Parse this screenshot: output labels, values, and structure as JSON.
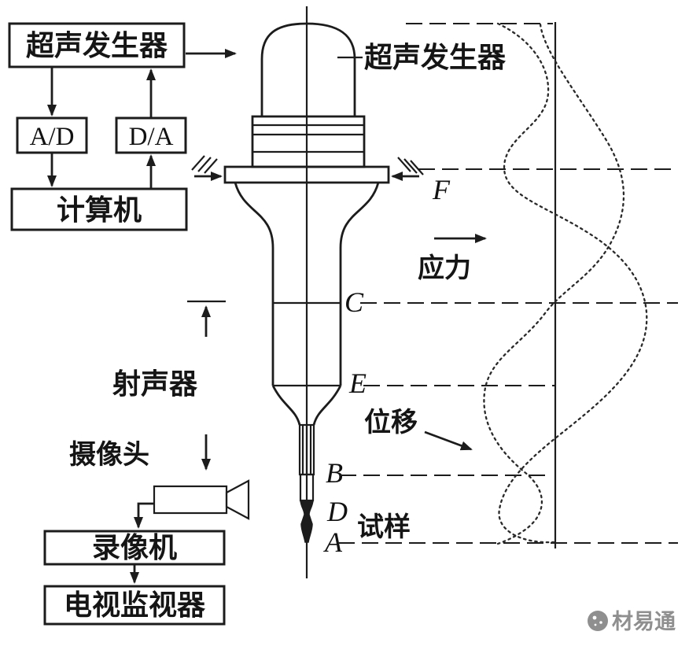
{
  "colors": {
    "ink": "#1c1c1c",
    "watermark_gray": "#8f8f8f",
    "background": "#ffffff"
  },
  "control_chain": {
    "generator_label": "超声发生器",
    "ad_label": "A/D",
    "da_label": "D/A",
    "computer_label": "计算机"
  },
  "video_chain": {
    "camera_label": "摄像头",
    "recorder_label": "录像机",
    "monitor_label": "电视监视器"
  },
  "apparatus": {
    "transducer_label": "超声发生器",
    "horn_label": "射声器",
    "specimen_label": "试样",
    "stress_label": "应力",
    "displacement_label": "位移",
    "points": {
      "F": "F",
      "C": "C",
      "E": "E",
      "B": "B",
      "D": "D",
      "A": "A"
    }
  },
  "watermark": {
    "text": "材易通"
  }
}
